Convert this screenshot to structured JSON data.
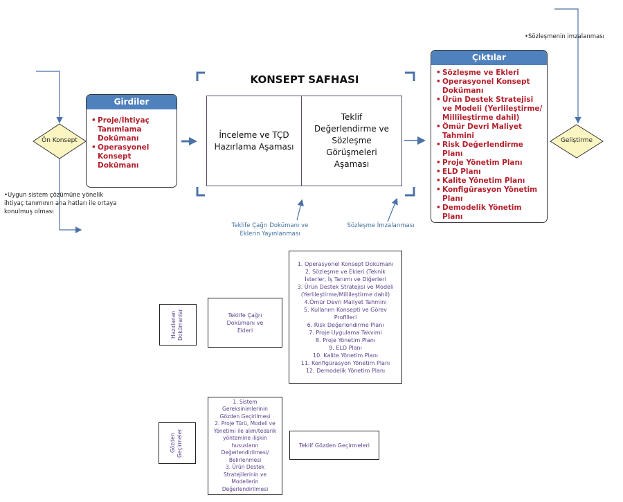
{
  "phase_title": "KONSEPT SAFHASI",
  "start_node": "Ön Konsept",
  "end_node": "Geliştirme",
  "start_note": "•Uygun sistem çözümüne yönelik ihtiyaç tanımının ana hatları ile ortaya konulmuş olması",
  "end_note": "•Sözleşmenin imzalanması",
  "inputs": {
    "title": "Girdiler",
    "items": [
      "Proje/İhtiyaç Tanımlama Dokümanı",
      "Operasyonel Konsept Dokümanı"
    ]
  },
  "outputs": {
    "title": "Çıktılar",
    "items": [
      "Sözleşme ve Ekleri",
      "Operasyonel Konsept Dokümanı",
      "Ürün Destek Stratejisi ve Modeli (Yerlileştirme/ Millîleştirme dahil)",
      "Ömür Devri Maliyet Tahmini",
      "Risk Değerlendirme Planı",
      "Proje Yönetim Planı",
      "ELD Planı",
      "Kalite Yönetim Planı",
      "Konfigürasyon Yönetim Planı",
      "Demodelik Yönetim Planı"
    ]
  },
  "stages": [
    "İnceleme ve TÇD Hazırlama Aşaması",
    "Teklif Değerlendirme ve Sözleşme Görüşmeleri Aşaması"
  ],
  "milestones": [
    "Teklife Çağrı Dokümanı ve Eklerin Yayınlanması",
    "Sözleşme İmzalanması"
  ],
  "prepared_docs": {
    "label": "Hazırlanan Dokümanlar",
    "group": "Teklife Çağrı Dokümanı ve Ekleri",
    "items": [
      "1. Operasyonel Konsept Dokümanı",
      "2. Sözleşme ve Ekleri (Teknik İsterler, İş Tanımı ve Diğerleri",
      "3. Ürün Destek Stratejisi ve Modeli (Yerlileştirme/Millileştirme dahil)",
      "4.Ömür Devri Maliyet Tahmini",
      "5. Kullanım Konsepti ve Görev Profilleri",
      "6. Risk Değerlendirme Planı",
      "7. Proje Uygulama Takvimi",
      "8. Proje Yönetim Planı",
      "9. ELD Planı",
      "10. Kalite Yönetim Planı",
      "11. Konfigürasyon Yönetim Planı",
      "12. Demodelik Yönetim Planı"
    ]
  },
  "reviews": {
    "label": "Gözden Geçirmeler",
    "items": [
      "1. Sistem Gereksinimlerinin Gözden Geçirilmesi",
      "2. Proje Türü, Modeli ve Yönetimi ile alım/tedarik yöntemine ilişkin hususların Değerlendirilmesi/ Belirlenmesi",
      "3. Ürün Destek Stratejilerinin ve Modellerin Değerlendirilmesi"
    ],
    "proposal_review": "Teklif Gözden Geçirmeleri"
  },
  "colors": {
    "accent": "#4f81bd",
    "output_text": "#b3202c",
    "diamond": "#fbf5c2",
    "doc_text": "#5a3f8a"
  }
}
